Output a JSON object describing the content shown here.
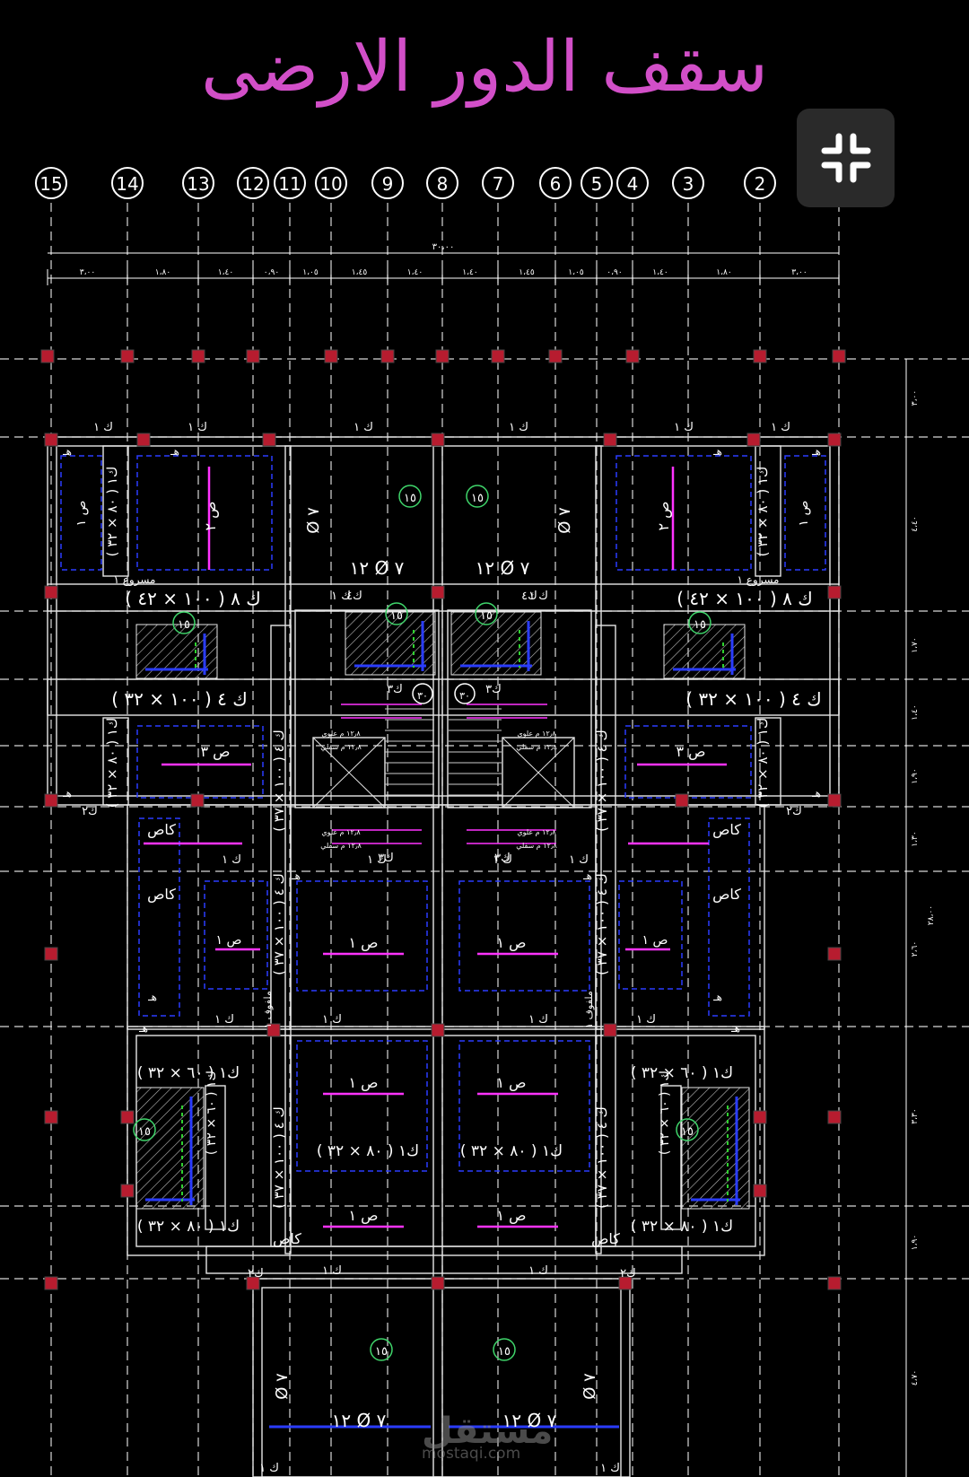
{
  "title": "سقف الدور الارضى",
  "exit_fullscreen": {
    "icon": "exit-fullscreen-icon"
  },
  "axes": [
    "15",
    "14",
    "13",
    "12",
    "11",
    "10",
    "9",
    "8",
    "7",
    "6",
    "5",
    "4",
    "3",
    "2"
  ],
  "overall_dimension": "٣٠،٠٠",
  "bay_dimensions": [
    "٣،٠٠",
    "١،٨٠",
    "١،٤٠",
    "٠،٩٠",
    "١،٠٥",
    "١،٤٥",
    "١،٤٠",
    "١،٤٠",
    "١،٤٥",
    "١،٠٥",
    "٠،٩٠",
    "١،٤٠",
    "١،٨٠",
    "٣،٠٠"
  ],
  "right_dimensions": [
    "٣،٠٠",
    "٤،٤٠",
    "١،٧٠",
    "١،٤٠",
    "١،٩٠",
    "١،٣٠",
    "٢،٦٠",
    "٣،٣٠",
    "١،٩٠",
    "٤،٧٠"
  ],
  "right_total": "٢٨،٠٠",
  "labels": {
    "beam_k8": "ك ٨ ( ١٠٠ × ٤٢ )",
    "beam_k4": "ك ٤ ( ١٠٠ × ٣٢ )",
    "beam_k1_60": "ك١ ( ٦٠ × ٣٢ )",
    "beam_k1_80": "ك١ ( ٨٠ × ٣٢ )",
    "beam_k1_80v": "ك١ ( ٨٠ × ٣٢ )",
    "beam_k4v": "ك ٤ ( ١٠٠ × ٣٧ )",
    "slab_s1": "ص ١",
    "slab_s2": "ص ٢",
    "slab_s3": "ص ٣",
    "kaas": "كاص",
    "rebar": "٧ Ø ١٢",
    "rebar2": "٧ Ø",
    "circle_15": "١٥",
    "circle_30": "٣٠",
    "k1": "ك ١",
    "k2": "ك٢",
    "k3": "ك٣",
    "k4": "ك٤",
    "h": "هـ",
    "stair_up": "١٢٫٨ م علوي",
    "stair_down": "١٢٫٨ م سفلي",
    "masroo": "مسروع ١",
    "malfoof": "ملفوف ١"
  },
  "watermark": {
    "main": "مستقل",
    "sub": "mostaqi.com"
  },
  "colors": {
    "grid": "#d8d8d8",
    "wall": "#e6e6e6",
    "magenta": "#ff33ff",
    "blue": "#2a3cff",
    "green": "#2fd12f",
    "column": "#b71c2f",
    "title": "#d24fc8"
  }
}
